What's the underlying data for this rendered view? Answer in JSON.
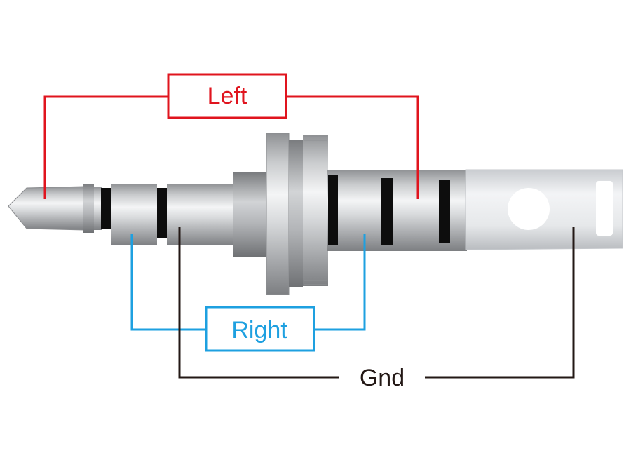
{
  "labels": {
    "left": "Left",
    "right": "Right",
    "gnd": "Gnd"
  },
  "colors": {
    "left": "#e0141e",
    "right": "#1ea0e0",
    "gnd": "#231815",
    "background": "#ffffff"
  }
}
